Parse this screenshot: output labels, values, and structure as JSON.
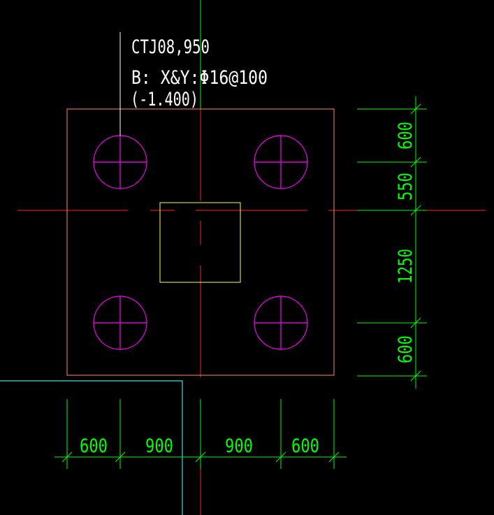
{
  "annotation": {
    "name": "CTJ08,950",
    "reinforcement": "B: X&Y:Φ16@100",
    "elevation": "(-1.400)"
  },
  "dimensions": {
    "bottom": [
      "600",
      "900",
      "900",
      "600"
    ],
    "right": [
      "600",
      "550",
      "1250",
      "600"
    ]
  },
  "colors": {
    "background": "#000000",
    "axis": "#ff2020",
    "footing_outline": "#ff8a6a",
    "pile": "#ff00ff",
    "column": "#ffff40",
    "dimension": "#00ff00",
    "text": "#ffffff",
    "boundary": "#40e0d0"
  }
}
